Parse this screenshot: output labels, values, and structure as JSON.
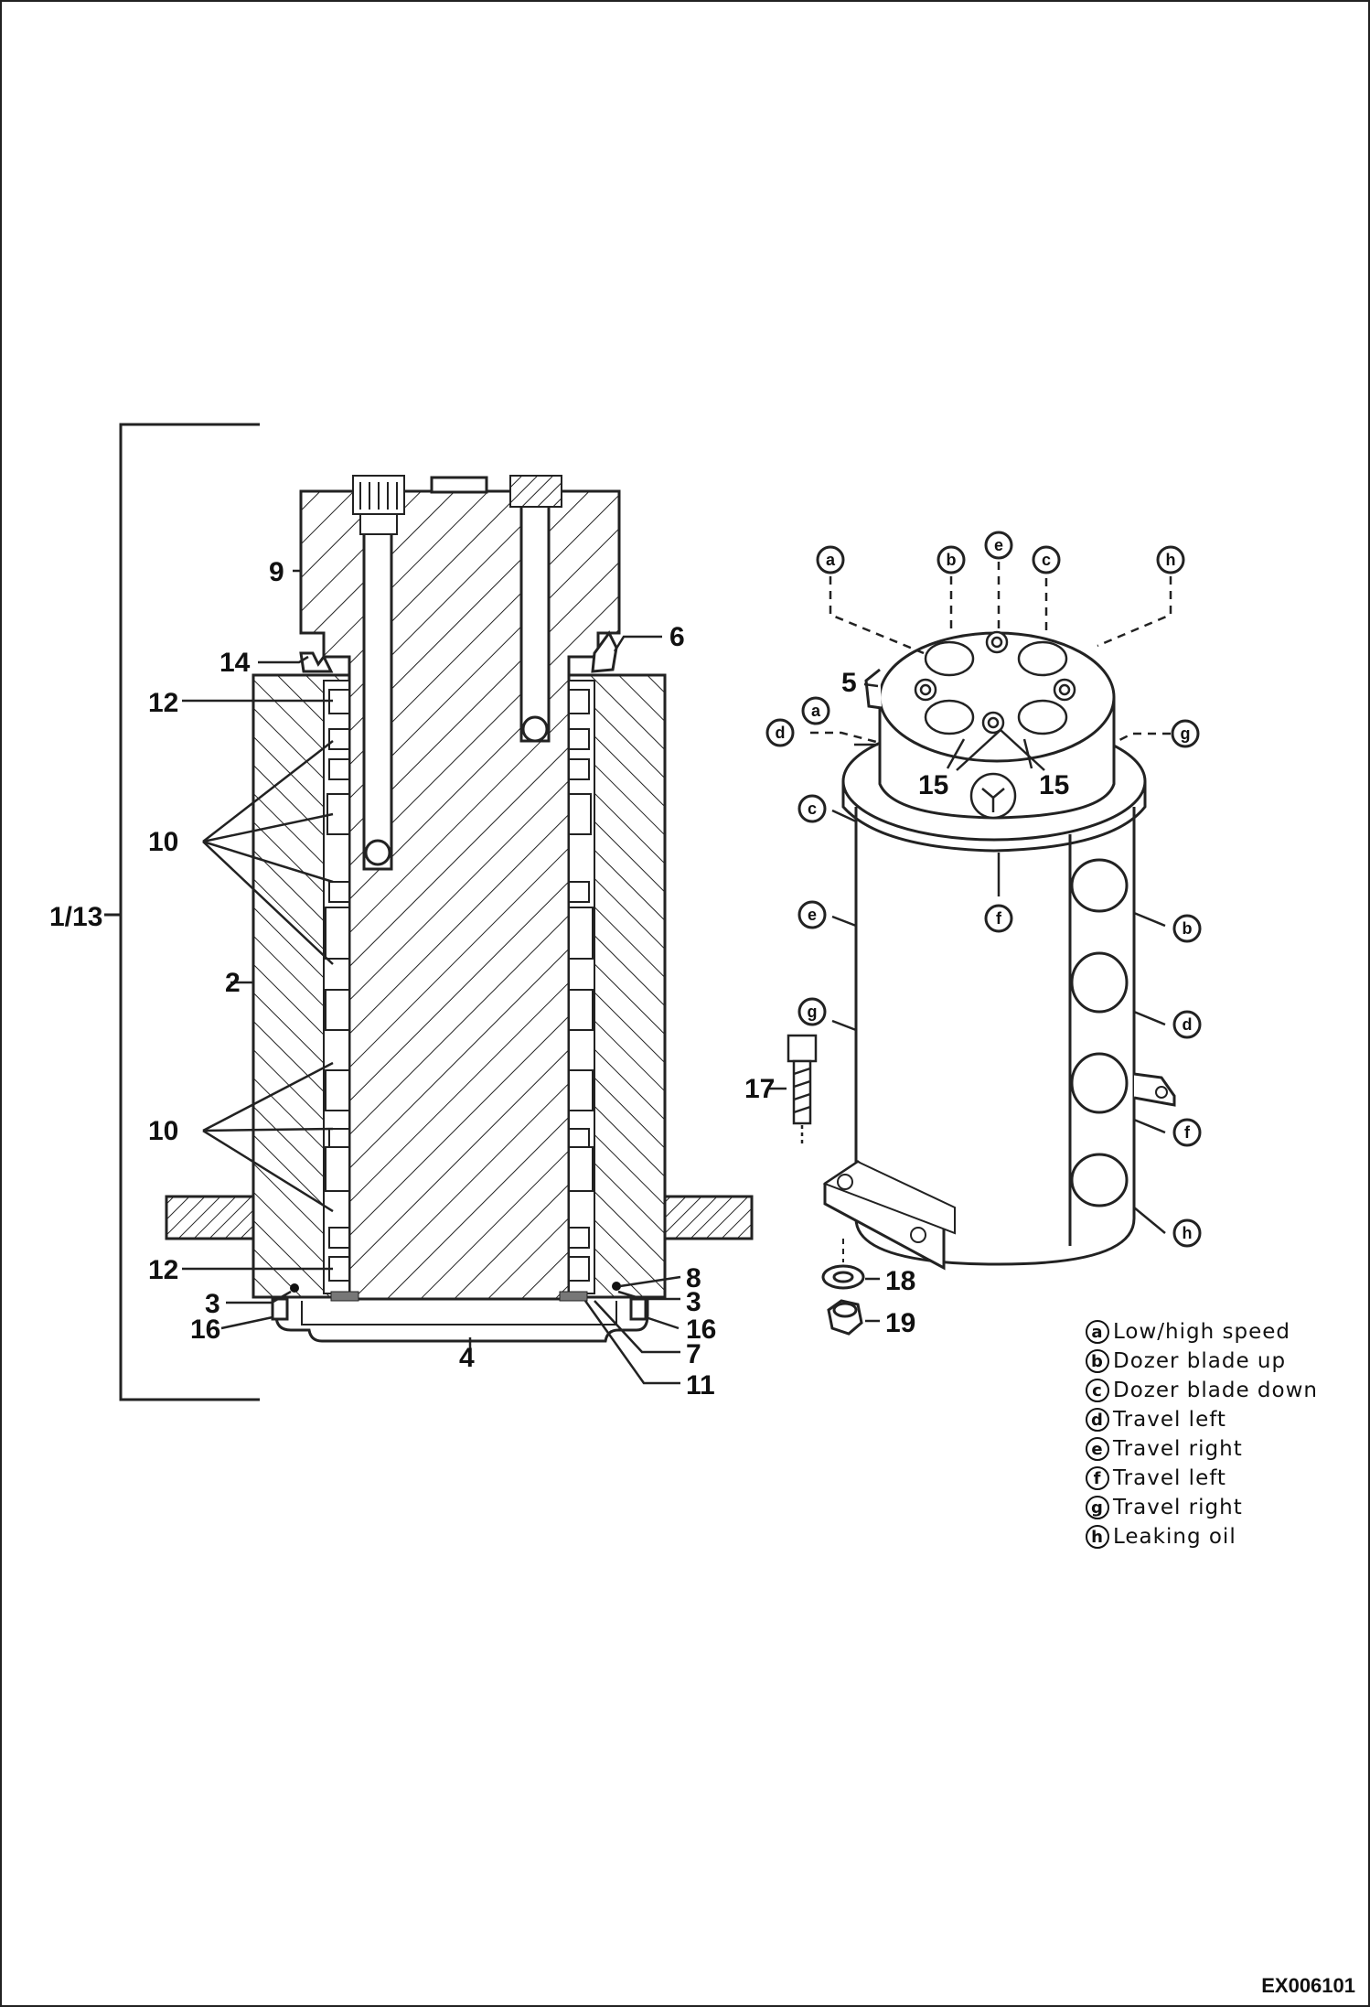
{
  "drawing": {
    "section_callouts": [
      {
        "id": "assembly",
        "label": "1/13"
      },
      {
        "id": "rotor-top",
        "label": "9"
      },
      {
        "id": "seal-14",
        "label": "14"
      },
      {
        "id": "seal-6",
        "label": "6"
      },
      {
        "id": "ring-12-top",
        "label": "12"
      },
      {
        "id": "ring-10-upper",
        "label": "10"
      },
      {
        "id": "housing",
        "label": "2"
      },
      {
        "id": "ring-10-lower",
        "label": "10"
      },
      {
        "id": "ring-12-bottom",
        "label": "12"
      },
      {
        "id": "plug-8",
        "label": "8"
      },
      {
        "id": "oring-3-left",
        "label": "3"
      },
      {
        "id": "oring-3-right",
        "label": "3"
      },
      {
        "id": "screw-16-left",
        "label": "16"
      },
      {
        "id": "screw-16-right",
        "label": "16"
      },
      {
        "id": "cover-4",
        "label": "4"
      },
      {
        "id": "washer-7",
        "label": "7"
      },
      {
        "id": "seal-11",
        "label": "11"
      }
    ],
    "view_callouts": [
      {
        "id": "fitting-5",
        "label": "5"
      },
      {
        "id": "fitting-15-left",
        "label": "15"
      },
      {
        "id": "fitting-15-right",
        "label": "15"
      },
      {
        "id": "bolt-17",
        "label": "17"
      },
      {
        "id": "washer-18",
        "label": "18"
      },
      {
        "id": "nut-19",
        "label": "19"
      }
    ],
    "port_letters": [
      "a",
      "b",
      "e",
      "c",
      "h",
      "d",
      "a",
      "g",
      "c",
      "f",
      "e",
      "b",
      "g",
      "d",
      "f",
      "h"
    ]
  },
  "legend": [
    {
      "key": "a",
      "text": "Low/high speed"
    },
    {
      "key": "b",
      "text": "Dozer blade up"
    },
    {
      "key": "c",
      "text": "Dozer blade down"
    },
    {
      "key": "d",
      "text": "Travel left"
    },
    {
      "key": "e",
      "text": "Travel right"
    },
    {
      "key": "f",
      "text": "Travel left"
    },
    {
      "key": "g",
      "text": "Travel right"
    },
    {
      "key": "h",
      "text": "Leaking oil"
    }
  ],
  "document_code": "EX006101"
}
